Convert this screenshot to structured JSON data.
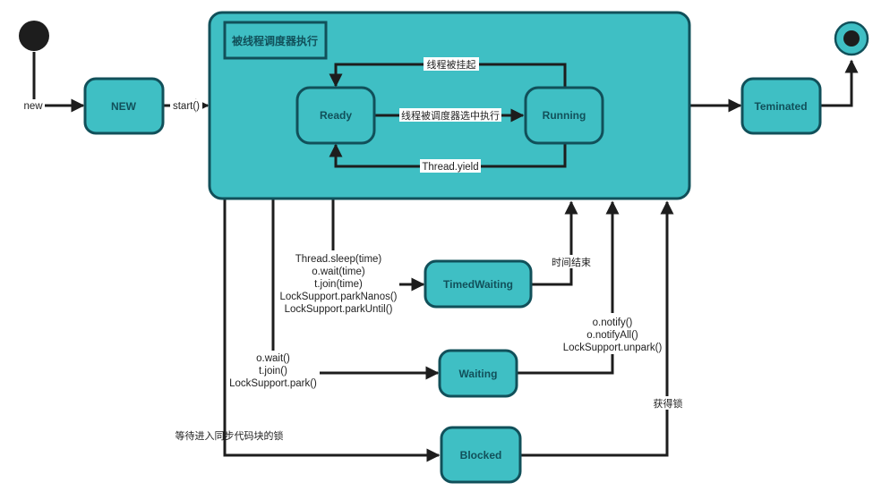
{
  "colors": {
    "node_fill": "#3fbfc4",
    "node_stroke": "#11505a",
    "edge": "#1d1d1d",
    "text_dark": "#11505a",
    "label_text": "#222222"
  },
  "states": {
    "new": "NEW",
    "ready": "Ready",
    "running": "Running",
    "terminated": "Teminated",
    "timed_waiting": "TimedWaiting",
    "waiting": "Waiting",
    "blocked": "Blocked"
  },
  "container": {
    "title": "被线程调度器执行"
  },
  "transitions": {
    "new": "new",
    "start": "start()",
    "suspended": "线程被挂起",
    "scheduled": "线程被调度器选中执行",
    "yield": "Thread.yield",
    "timed_wait_calls": [
      "Thread.sleep(time)",
      "o.wait(time)",
      "t.join(time)",
      "LockSupport.parkNanos()",
      "LockSupport.parkUntil()"
    ],
    "time_up": "时间结束",
    "wait_calls": [
      "o.wait()",
      "t.join()",
      "LockSupport.park()"
    ],
    "notify_calls": [
      "o.notify()",
      "o.notifyAll()",
      "LockSupport.unpark()"
    ],
    "wait_sync_lock": "等待进入同步代码块的锁",
    "acquire_lock": "获得锁"
  }
}
